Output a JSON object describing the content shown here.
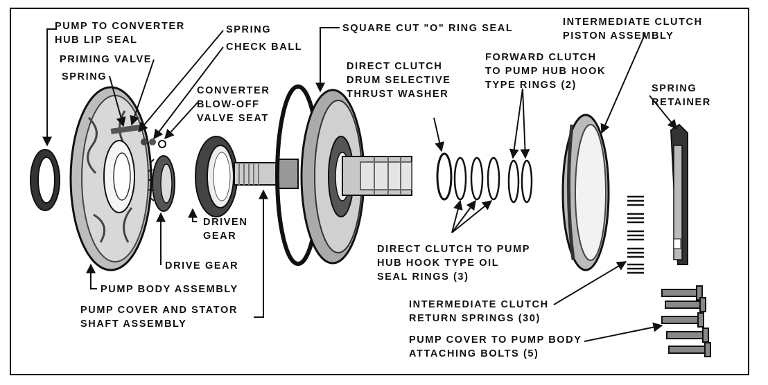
{
  "labels": {
    "pump_converter_hub_lip_seal": "PUMP TO CONVERTER\nHUB LIP SEAL",
    "spring_top": "SPRING",
    "check_ball": "CHECK BALL",
    "priming_valve": "PRIMING VALVE",
    "spring_left": "SPRING",
    "converter_blowoff": "CONVERTER\nBLOW-OFF\nVALVE SEAT",
    "square_cut_o_ring": "SQUARE CUT \"O\" RING SEAL",
    "intermediate_piston": "INTERMEDIATE CLUTCH\nPISTON ASSEMBLY",
    "direct_clutch_washer": "DIRECT CLUTCH\nDRUM SELECTIVE\nTHRUST WASHER",
    "forward_clutch_rings": "FORWARD CLUTCH\nTO PUMP HUB HOOK\nTYPE RINGS (2)",
    "spring_retainer": "SPRING\nRETAINER",
    "driven_gear": "DRIVEN\nGEAR",
    "drive_gear": "DRIVE GEAR",
    "pump_body_assembly": "PUMP BODY ASSEMBLY",
    "pump_cover_stator": "PUMP COVER AND STATOR\nSHAFT ASSEMBLY",
    "direct_clutch_oil_rings": "DIRECT CLUTCH TO PUMP\nHUB HOOK TYPE OIL\nSEAL RINGS (3)",
    "intermediate_return_springs": "INTERMEDIATE CLUTCH\nRETURN SPRINGS (30)",
    "pump_cover_bolts": "PUMP COVER TO PUMP BODY\nATTACHING BOLTS (5)"
  }
}
